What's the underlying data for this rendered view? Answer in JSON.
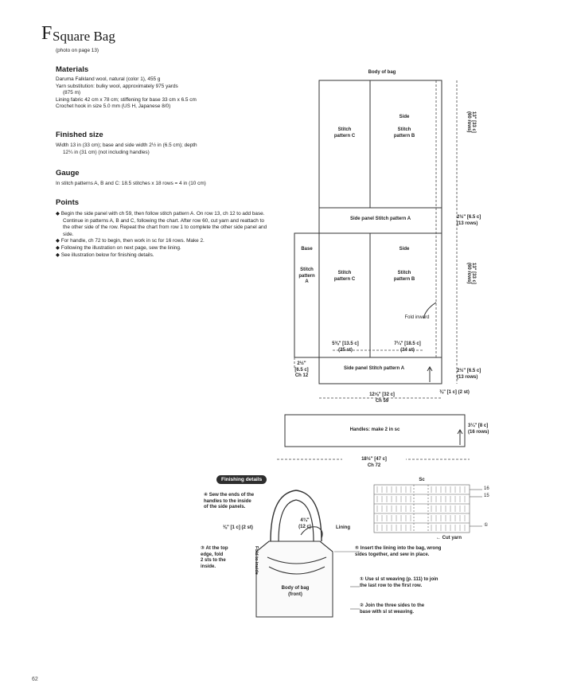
{
  "header": {
    "letter": "F",
    "title": "Square Bag",
    "photo_ref": "(photo on page 13)"
  },
  "materials": {
    "heading": "Materials",
    "lines": [
      "Daruma Falkland wool, natural (color 1), 455 g",
      "Yarn substitution: bulky wool, approximately 975 yards",
      "(875 m)",
      "Lining fabric 42 cm x 78 cm; stiffening for base 33 cm x 6.5 cm",
      "Crochet hook in size 5.0 mm (US H, Japanese 8/0)"
    ]
  },
  "finished_size": {
    "heading": "Finished size",
    "lines": [
      "Width 13 in (33 cm); base and side width 2½ in (6.5 cm); depth",
      "12¼ in (31 cm) (not including handles)"
    ]
  },
  "gauge": {
    "heading": "Gauge",
    "lines": [
      "In stitch patterns A, B and C: 18.5 stitches x 18 rows = 4 in (10 cm)"
    ]
  },
  "points": {
    "heading": "Points",
    "items": [
      "Begin the side panel with ch 59, then follow stitch pattern A. On row 13, ch 12 to add base. Continue in patterns A, B and C, following the chart. After row 60, cut yarn and reattach to the other side of the row. Repeat the chart from row 1 to complete the other side panel and side.",
      "For handle, ch 72 to begin, then work in sc for 16 rows. Make 2.",
      "Following the illustration on next page, sew the lining.",
      "See illustration below for finishing details."
    ]
  },
  "diagram": {
    "body_label": "Body of bag",
    "stitch_c": "Stitch\npattern C",
    "side": "Side",
    "stitch_b": "Stitch\npattern B",
    "side_panel_a": "Side panel Stitch pattern A",
    "base": "Base",
    "stitch_a_base": "Stitch\npattern\nA",
    "fold_inward": "Fold inward",
    "dim_c": "5⅜\" [13.5 c]\n(25 st)",
    "dim_b": "7¼\" [18.5 c]\n(34 st)",
    "dim_base": "2½\"\n[6.5 c]\nCh 12",
    "dim_width": "12⅝\" [32 c]\nCh 59",
    "dim_one": "⅜\" [1 c] (2 st)",
    "dim_top_right": "13\" [33 c]\n(60 rows)",
    "dim_mid_right": "2½\" [6.5 c]\n(13 rows)",
    "dim_low_right": "13\" [33 c]\n(60 rows)",
    "dim_bot_right": "2½\" [6.5 c]\n(13 rows)",
    "handles": "Handles: make 2 in sc",
    "handle_h": "3¼\" [8 c]\n(16 rows)",
    "handle_w": "18½\" [47 c]\nCh 72"
  },
  "finishing": {
    "tag": "Finishing details",
    "step4": "④ Sew the ends of the\nhandles to the inside\nof the side panels.",
    "step3_dim": "⅜\" [1 c] (2 st)",
    "step3": "③ At the top\nedge, fold\n2 sts to the\ninside.",
    "handle_dim": "4¾\"\n(12 c)",
    "lining": "Lining",
    "fold_inside": "Fold to inside",
    "body_front": "Body of bag\n(front)",
    "sc": "Sc",
    "cut_yarn": "← Cut yarn",
    "step5": "⑤ Insert the lining into the bag, wrong\nsides together, and sew in place.",
    "step1": "① Use sl st weaving (p. 111) to join\nthe last row to the first row.",
    "step2": "② Join the three sides to the\nbase with sl st weaving.",
    "row16": "16",
    "row15": "15",
    "row1": "①"
  },
  "page_number": "62"
}
